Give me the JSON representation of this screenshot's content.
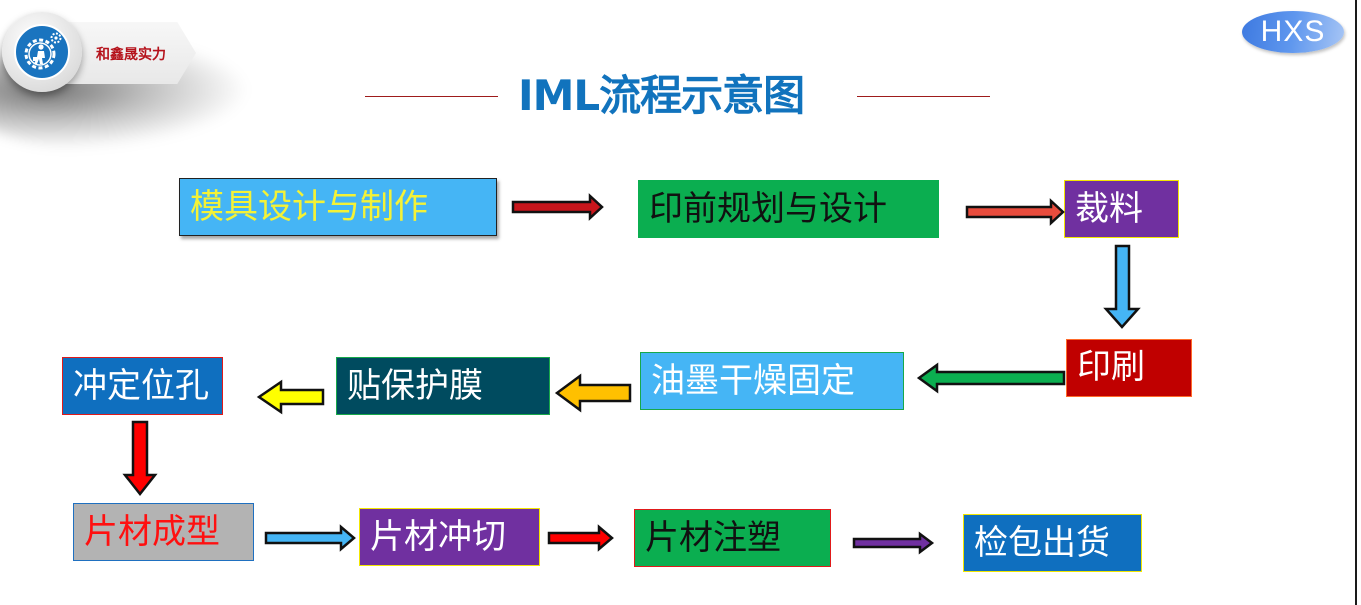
{
  "header": {
    "badge_text": "和鑫晟实力",
    "badge_icon": "gear-person-icon",
    "logo_text": "HXS",
    "title": "IML流程示意图"
  },
  "colors": {
    "title": "#1173bd",
    "badge_text": "#b5121b",
    "rule": "#9e1b1b"
  },
  "steps": [
    {
      "id": 1,
      "label": "模具设计与制作",
      "fill": "#45b5f5",
      "text_color": "#f4f236",
      "border": "#222222"
    },
    {
      "id": 2,
      "label": "印前规划与设计",
      "fill": "#0bae50",
      "text_color": "#111111",
      "border": "#0bae50"
    },
    {
      "id": 3,
      "label": "裁料",
      "fill": "#7030a0",
      "text_color": "#ffffff",
      "border": "#f2e600"
    },
    {
      "id": 4,
      "label": "印刷",
      "fill": "#c00000",
      "text_color": "#ffffff",
      "border": "#ff6a2a"
    },
    {
      "id": 5,
      "label": "油墨干燥固定",
      "fill": "#45b5f5",
      "text_color": "#ffffff",
      "border": "#17a84a"
    },
    {
      "id": 6,
      "label": "贴保护膜",
      "fill": "#004b5f",
      "text_color": "#ffffff",
      "border": "#17a84a"
    },
    {
      "id": 7,
      "label": "冲定位孔",
      "fill": "#0f6fbf",
      "text_color": "#ffffff",
      "border": "#e01a1a"
    },
    {
      "id": 8,
      "label": "片材成型",
      "fill": "#b3b3b3",
      "text_color": "#ff1010",
      "border": "#1f70c0"
    },
    {
      "id": 9,
      "label": "片材冲切",
      "fill": "#7030a0",
      "text_color": "#ffffff",
      "border": "#f2e600"
    },
    {
      "id": 10,
      "label": "片材注塑",
      "fill": "#0bae50",
      "text_color": "#111111",
      "border": "#e01a1a"
    },
    {
      "id": 11,
      "label": "检包出货",
      "fill": "#0f6fbf",
      "text_color": "#ffffff",
      "border": "#f2e600"
    }
  ],
  "connectors": [
    {
      "from": 1,
      "to": 2,
      "direction": "right",
      "color": "#c8161c"
    },
    {
      "from": 2,
      "to": 3,
      "direction": "right",
      "color": "#e84c3d"
    },
    {
      "from": 3,
      "to": 4,
      "direction": "down",
      "color": "#45b5f5"
    },
    {
      "from": 4,
      "to": 5,
      "direction": "left",
      "color": "#0bae50"
    },
    {
      "from": 5,
      "to": 6,
      "direction": "left",
      "color": "#ffc000"
    },
    {
      "from": 6,
      "to": 7,
      "direction": "left",
      "color": "#ffff00"
    },
    {
      "from": 7,
      "to": 8,
      "direction": "down",
      "color": "#ff0000"
    },
    {
      "from": 8,
      "to": 9,
      "direction": "right",
      "color": "#45b5f5"
    },
    {
      "from": 9,
      "to": 10,
      "direction": "right",
      "color": "#ff0000"
    },
    {
      "from": 10,
      "to": 11,
      "direction": "right",
      "color": "#7030a0"
    }
  ]
}
